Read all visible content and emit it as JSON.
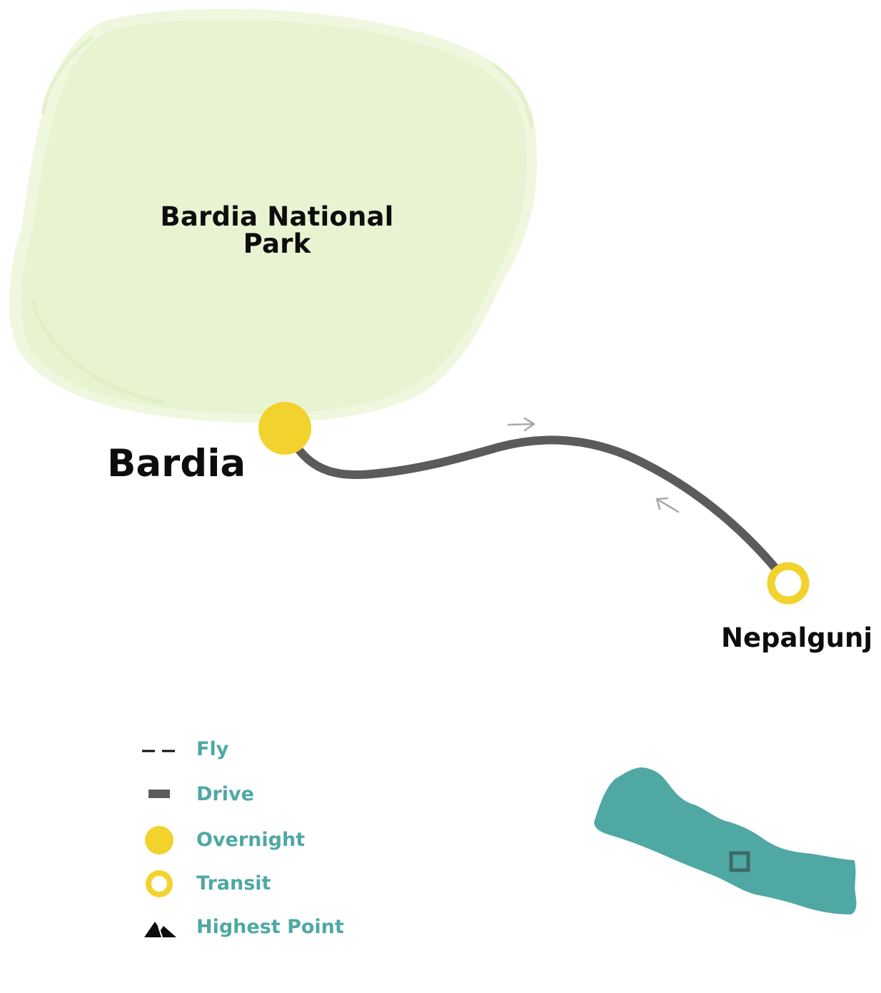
{
  "map": {
    "region_label": "Bardia National Park",
    "region_label_line1": "Bardia National",
    "region_label_line2": "Park",
    "stops": [
      {
        "name": "Bardia",
        "type": "Overnight"
      },
      {
        "name": "Nepalgunj",
        "type": "Transit"
      }
    ],
    "route": {
      "mode": "Drive",
      "from": "Nepalgunj",
      "to": "Bardia"
    }
  },
  "legend": {
    "items": [
      {
        "label": "Fly",
        "icon": "dashed-line-icon"
      },
      {
        "label": "Drive",
        "icon": "solid-bar-icon"
      },
      {
        "label": "Overnight",
        "icon": "filled-circle-icon"
      },
      {
        "label": "Transit",
        "icon": "ring-icon"
      },
      {
        "label": "Highest Point",
        "icon": "mountain-icon"
      }
    ]
  },
  "inset": {
    "country": "nepal-outline-icon",
    "marker": "square-marker-icon"
  },
  "colors": {
    "park_fill": "#eaf4d4",
    "route": "#5a5b5b",
    "overnight": "#f2d32d",
    "legend_text": "#4fa8a3",
    "inset": "#4fa8a3",
    "arrow": "#a9a9a9",
    "label": "#0d0d0d"
  }
}
